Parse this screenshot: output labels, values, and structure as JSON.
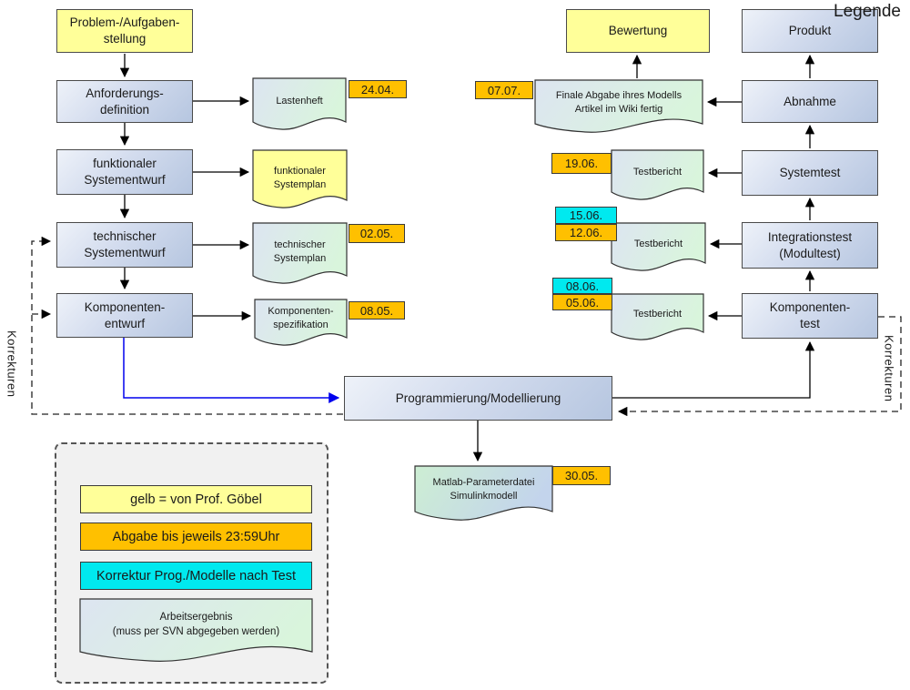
{
  "boxes": {
    "problem": {
      "label": "Problem-/Aufgaben-\nstellung"
    },
    "anforderung": {
      "label": "Anforderungs-\ndefinition"
    },
    "funk_se": {
      "label": "funktionaler\nSystementwurf"
    },
    "tech_se": {
      "label": "technischer\nSystementwurf"
    },
    "komp_entwurf": {
      "label": "Komponenten-\nentwurf"
    },
    "programmierung": {
      "label": "Programmierung/Modellierung"
    },
    "bewertung": {
      "label": "Bewertung"
    },
    "produkt": {
      "label": "Produkt"
    },
    "abnahme": {
      "label": "Abnahme"
    },
    "systemtest": {
      "label": "Systemtest"
    },
    "integrationstest": {
      "label": "Integrationstest\n(Modultest)"
    },
    "komp_test": {
      "label": "Komponenten-\ntest"
    }
  },
  "docs": {
    "lastenheft": {
      "label": "Lastenheft",
      "due": "24.04."
    },
    "funk_plan": {
      "label": "funktionaler\nSystemplan"
    },
    "tech_plan": {
      "label": "technischer\nSystemplan",
      "due": "02.05."
    },
    "komp_spez": {
      "label": "Komponenten-\nspezifikation",
      "due": "08.05."
    },
    "finale_abgabe": {
      "label": "Finale Abgabe ihres Modells\nArtikel im Wiki fertig",
      "due": "07.07."
    },
    "tb_system": {
      "label": "Testbericht",
      "due": "19.06."
    },
    "tb_integration": {
      "label": "Testbericht",
      "due": "12.06.",
      "correction": "15.06."
    },
    "tb_komponente": {
      "label": "Testbericht",
      "due": "05.06.",
      "correction": "08.06."
    },
    "matlab": {
      "label": "Matlab-Parameterdatei\nSimulinkmodell",
      "due": "30.05."
    }
  },
  "annotations": {
    "korrekturen_left": "Korrekturen",
    "korrekturen_right": "Korrekturen"
  },
  "legend": {
    "title": "Legende",
    "items": {
      "yellow": {
        "label": "gelb = von Prof. Göbel"
      },
      "orange": {
        "label": "Abgabe bis jeweils 23:59Uhr"
      },
      "cyan": {
        "label": "Korrektur Prog./Modelle nach Test"
      },
      "deliverable": {
        "label": "Arbeitsergebnis\n(muss per SVN abgegeben werden)"
      }
    }
  },
  "colors": {
    "prof_yellow": "#FFFF99",
    "deadline_orange": "#FFC000",
    "correction_cyan": "#00E9EF",
    "process_box_blue": "#B6C6E0",
    "deliverable_green": "#D9F5DC",
    "flow_arrow_blue": "#0000EE"
  }
}
